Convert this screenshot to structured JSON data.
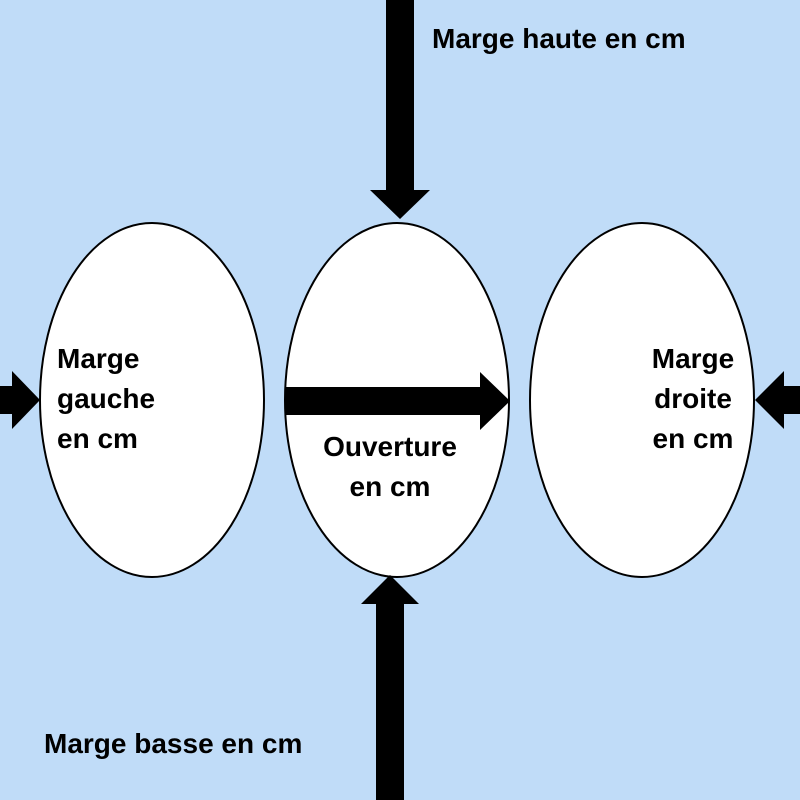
{
  "colors": {
    "background": "#c0dcf8",
    "ellipse_fill": "#ffffff",
    "stroke": "#000000",
    "arrow": "#000000"
  },
  "labels": {
    "top_margin": "Marge haute en cm",
    "bottom_margin": "Marge basse en cm",
    "left_margin": [
      "Marge",
      "gauche",
      "en cm"
    ],
    "right_margin": [
      "Marge",
      "droite",
      "en cm"
    ],
    "opening": [
      "Ouverture",
      "en cm"
    ]
  }
}
